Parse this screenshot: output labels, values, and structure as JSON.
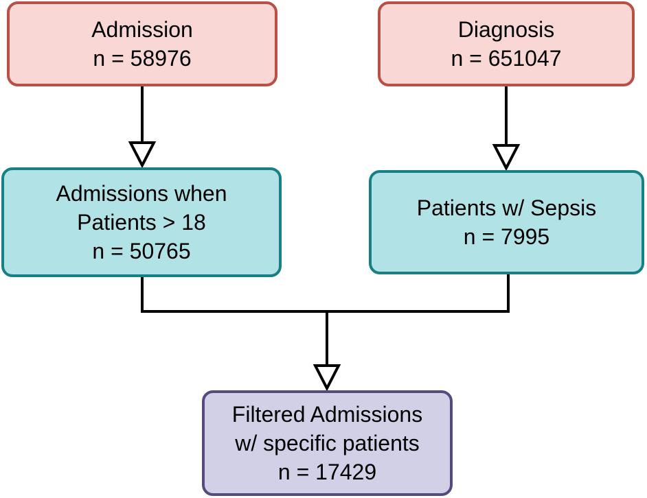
{
  "nodes": {
    "admission": {
      "label": "Admission",
      "count": "n = 58976"
    },
    "diagnosis": {
      "label": "Diagnosis",
      "count": "n = 651047"
    },
    "adult_admissions": {
      "label_line1": "Admissions when",
      "label_line2": "Patients > 18",
      "count": "n = 50765"
    },
    "sepsis_patients": {
      "label": "Patients w/ Sepsis",
      "count": "n = 7995"
    },
    "filtered_admissions": {
      "label_line1": "Filtered Admissions",
      "label_line2": "w/ specific patients",
      "count": "n = 17429"
    }
  },
  "edges": [
    {
      "from": "admission",
      "to": "adult_admissions"
    },
    {
      "from": "diagnosis",
      "to": "sepsis_patients"
    },
    {
      "from": "adult_admissions",
      "to": "filtered_admissions"
    },
    {
      "from": "sepsis_patients",
      "to": "filtered_admissions"
    }
  ],
  "colors": {
    "source_fill": "#f8d7d5",
    "source_border": "#b85045",
    "filter_fill": "#b1e2e5",
    "filter_border": "#168085",
    "result_fill": "#d1d0e6",
    "result_border": "#564a7f",
    "connector": "#000000"
  }
}
